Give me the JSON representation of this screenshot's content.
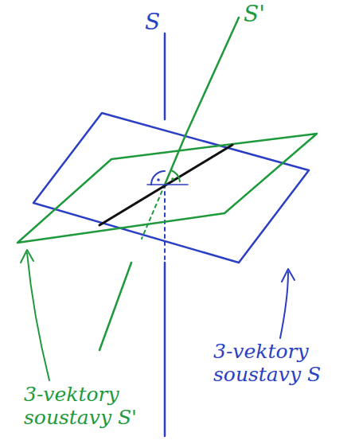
{
  "diagram": {
    "labels": [
      "S",
      "S'",
      "3-vektory soustavy S'",
      "3-vektory soustavy S"
    ]
  }
}
